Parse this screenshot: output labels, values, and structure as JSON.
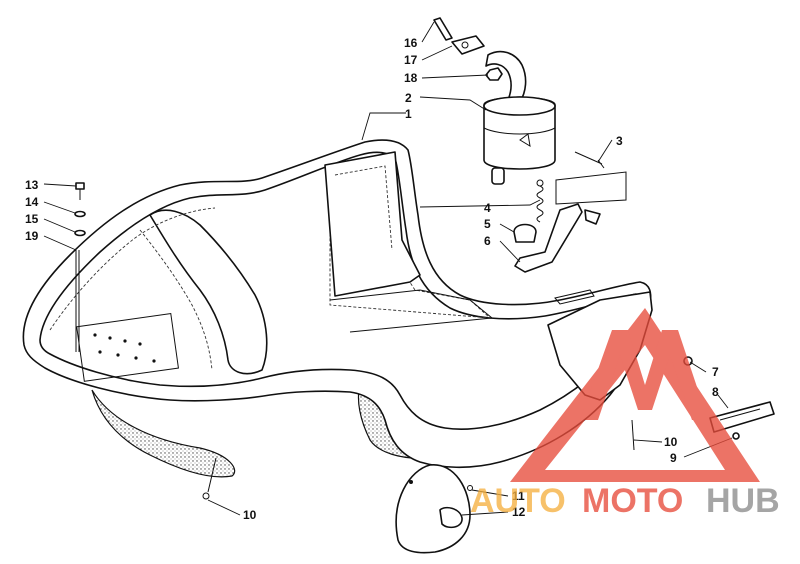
{
  "callouts": {
    "c1": "1",
    "c2": "2",
    "c3": "3",
    "c4": "4",
    "c5": "5",
    "c6": "6",
    "c7": "7",
    "c8": "8",
    "c9": "9",
    "c10a": "10",
    "c10b": "10",
    "c11": "11",
    "c12": "12",
    "c13": "13",
    "c14": "14",
    "c15": "15",
    "c16": "16",
    "c17": "17",
    "c18": "18",
    "c19": "19"
  },
  "watermark": {
    "part1": "AUTO",
    "part2": "MOTO",
    "part3": "HUB",
    "color_orange": "#f5b041",
    "color_red": "#e74c3c",
    "color_gray": "#8c8c8c"
  }
}
